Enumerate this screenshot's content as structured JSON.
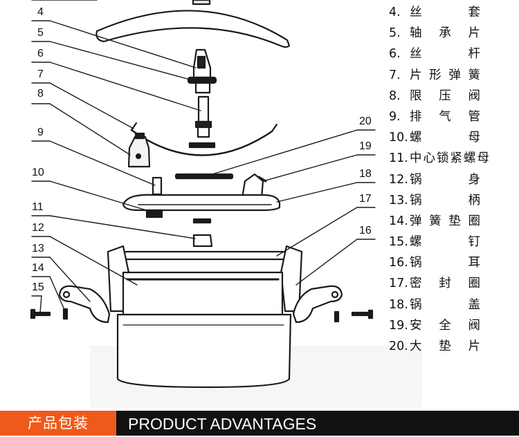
{
  "callouts": [
    {
      "label": "4"
    },
    {
      "label": "5"
    },
    {
      "label": "6"
    },
    {
      "label": "7"
    },
    {
      "label": "8"
    },
    {
      "label": "9"
    },
    {
      "label": "10"
    },
    {
      "label": "11"
    },
    {
      "label": "12"
    },
    {
      "label": "13"
    },
    {
      "label": "14"
    },
    {
      "label": "15"
    },
    {
      "label": "20"
    },
    {
      "label": "19"
    },
    {
      "label": "18"
    },
    {
      "label": "17"
    },
    {
      "label": "16"
    }
  ],
  "legend": [
    {
      "num": "4.",
      "name": "丝套"
    },
    {
      "num": "5.",
      "name": "轴承片"
    },
    {
      "num": "6.",
      "name": "丝杆"
    },
    {
      "num": "7.",
      "name": "片形弹簧"
    },
    {
      "num": "8.",
      "name": "限压阀"
    },
    {
      "num": "9.",
      "name": "排气管"
    },
    {
      "num": "10.",
      "name": "螺母"
    },
    {
      "num": "11.",
      "name": "中心锁紧螺母"
    },
    {
      "num": "12.",
      "name": "锅身"
    },
    {
      "num": "13.",
      "name": "锅柄"
    },
    {
      "num": "14.",
      "name": "弹簧垫圈"
    },
    {
      "num": "15.",
      "name": "螺钉"
    },
    {
      "num": "16.",
      "name": "锅耳"
    },
    {
      "num": "17.",
      "name": "密封圈"
    },
    {
      "num": "18.",
      "name": "锅盖"
    },
    {
      "num": "19.",
      "name": "安全阀"
    },
    {
      "num": "20.",
      "name": "大垫片"
    }
  ],
  "banner": {
    "tab": "产品包装",
    "title": "PRODUCT ADVANTAGES",
    "tab_color": "#ee5a1a",
    "bar_color": "#111111"
  }
}
